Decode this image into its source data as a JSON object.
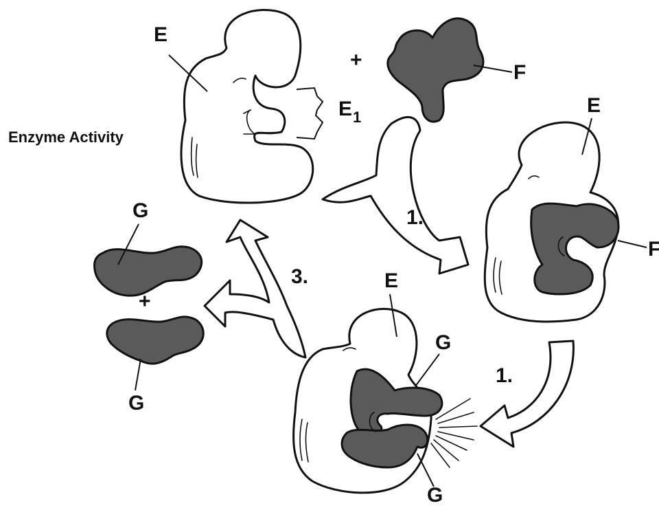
{
  "title": "Enzyme Activity",
  "labels": {
    "enzyme": "E",
    "active_site": "E",
    "active_site_sub": "1",
    "substrate": "F",
    "product": "G",
    "plus": "+"
  },
  "steps": {
    "step1": "1.",
    "step3": "3."
  },
  "colors": {
    "substrate_fill": "#5a5a5a",
    "outline": "#111111",
    "background": "#ffffff"
  }
}
